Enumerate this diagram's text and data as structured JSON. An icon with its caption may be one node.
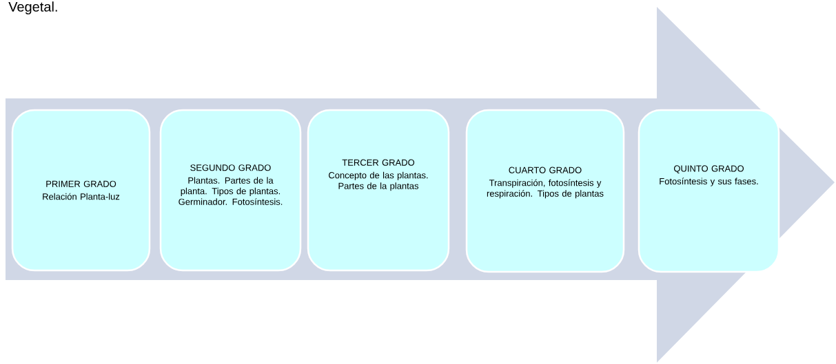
{
  "diagram": {
    "nodes": [
      {
        "text": [
          "PRIMER GRADO",
          "Relación Planta-luz"
        ]
      },
      {
        "text": [
          "SEGUNDO GRADO",
          "Plantas. Partes de la planta. Tipos de plantas. Germinador. Fotosíntesis."
        ]
      },
      {
        "text": [
          "TERCER GRADO",
          "Concepto de las plantas. Partes de la plantas"
        ]
      },
      {
        "text": [
          "CUARTO GRADO",
          "Transpiración, fotosíntesis y respiración. Tipos de plantas"
        ]
      },
      {
        "text": [
          "QUINTO GRADO",
          "Fotosíntesis y sus fases."
        ]
      }
    ],
    "labels": [
      "Vegetal."
    ]
  }
}
